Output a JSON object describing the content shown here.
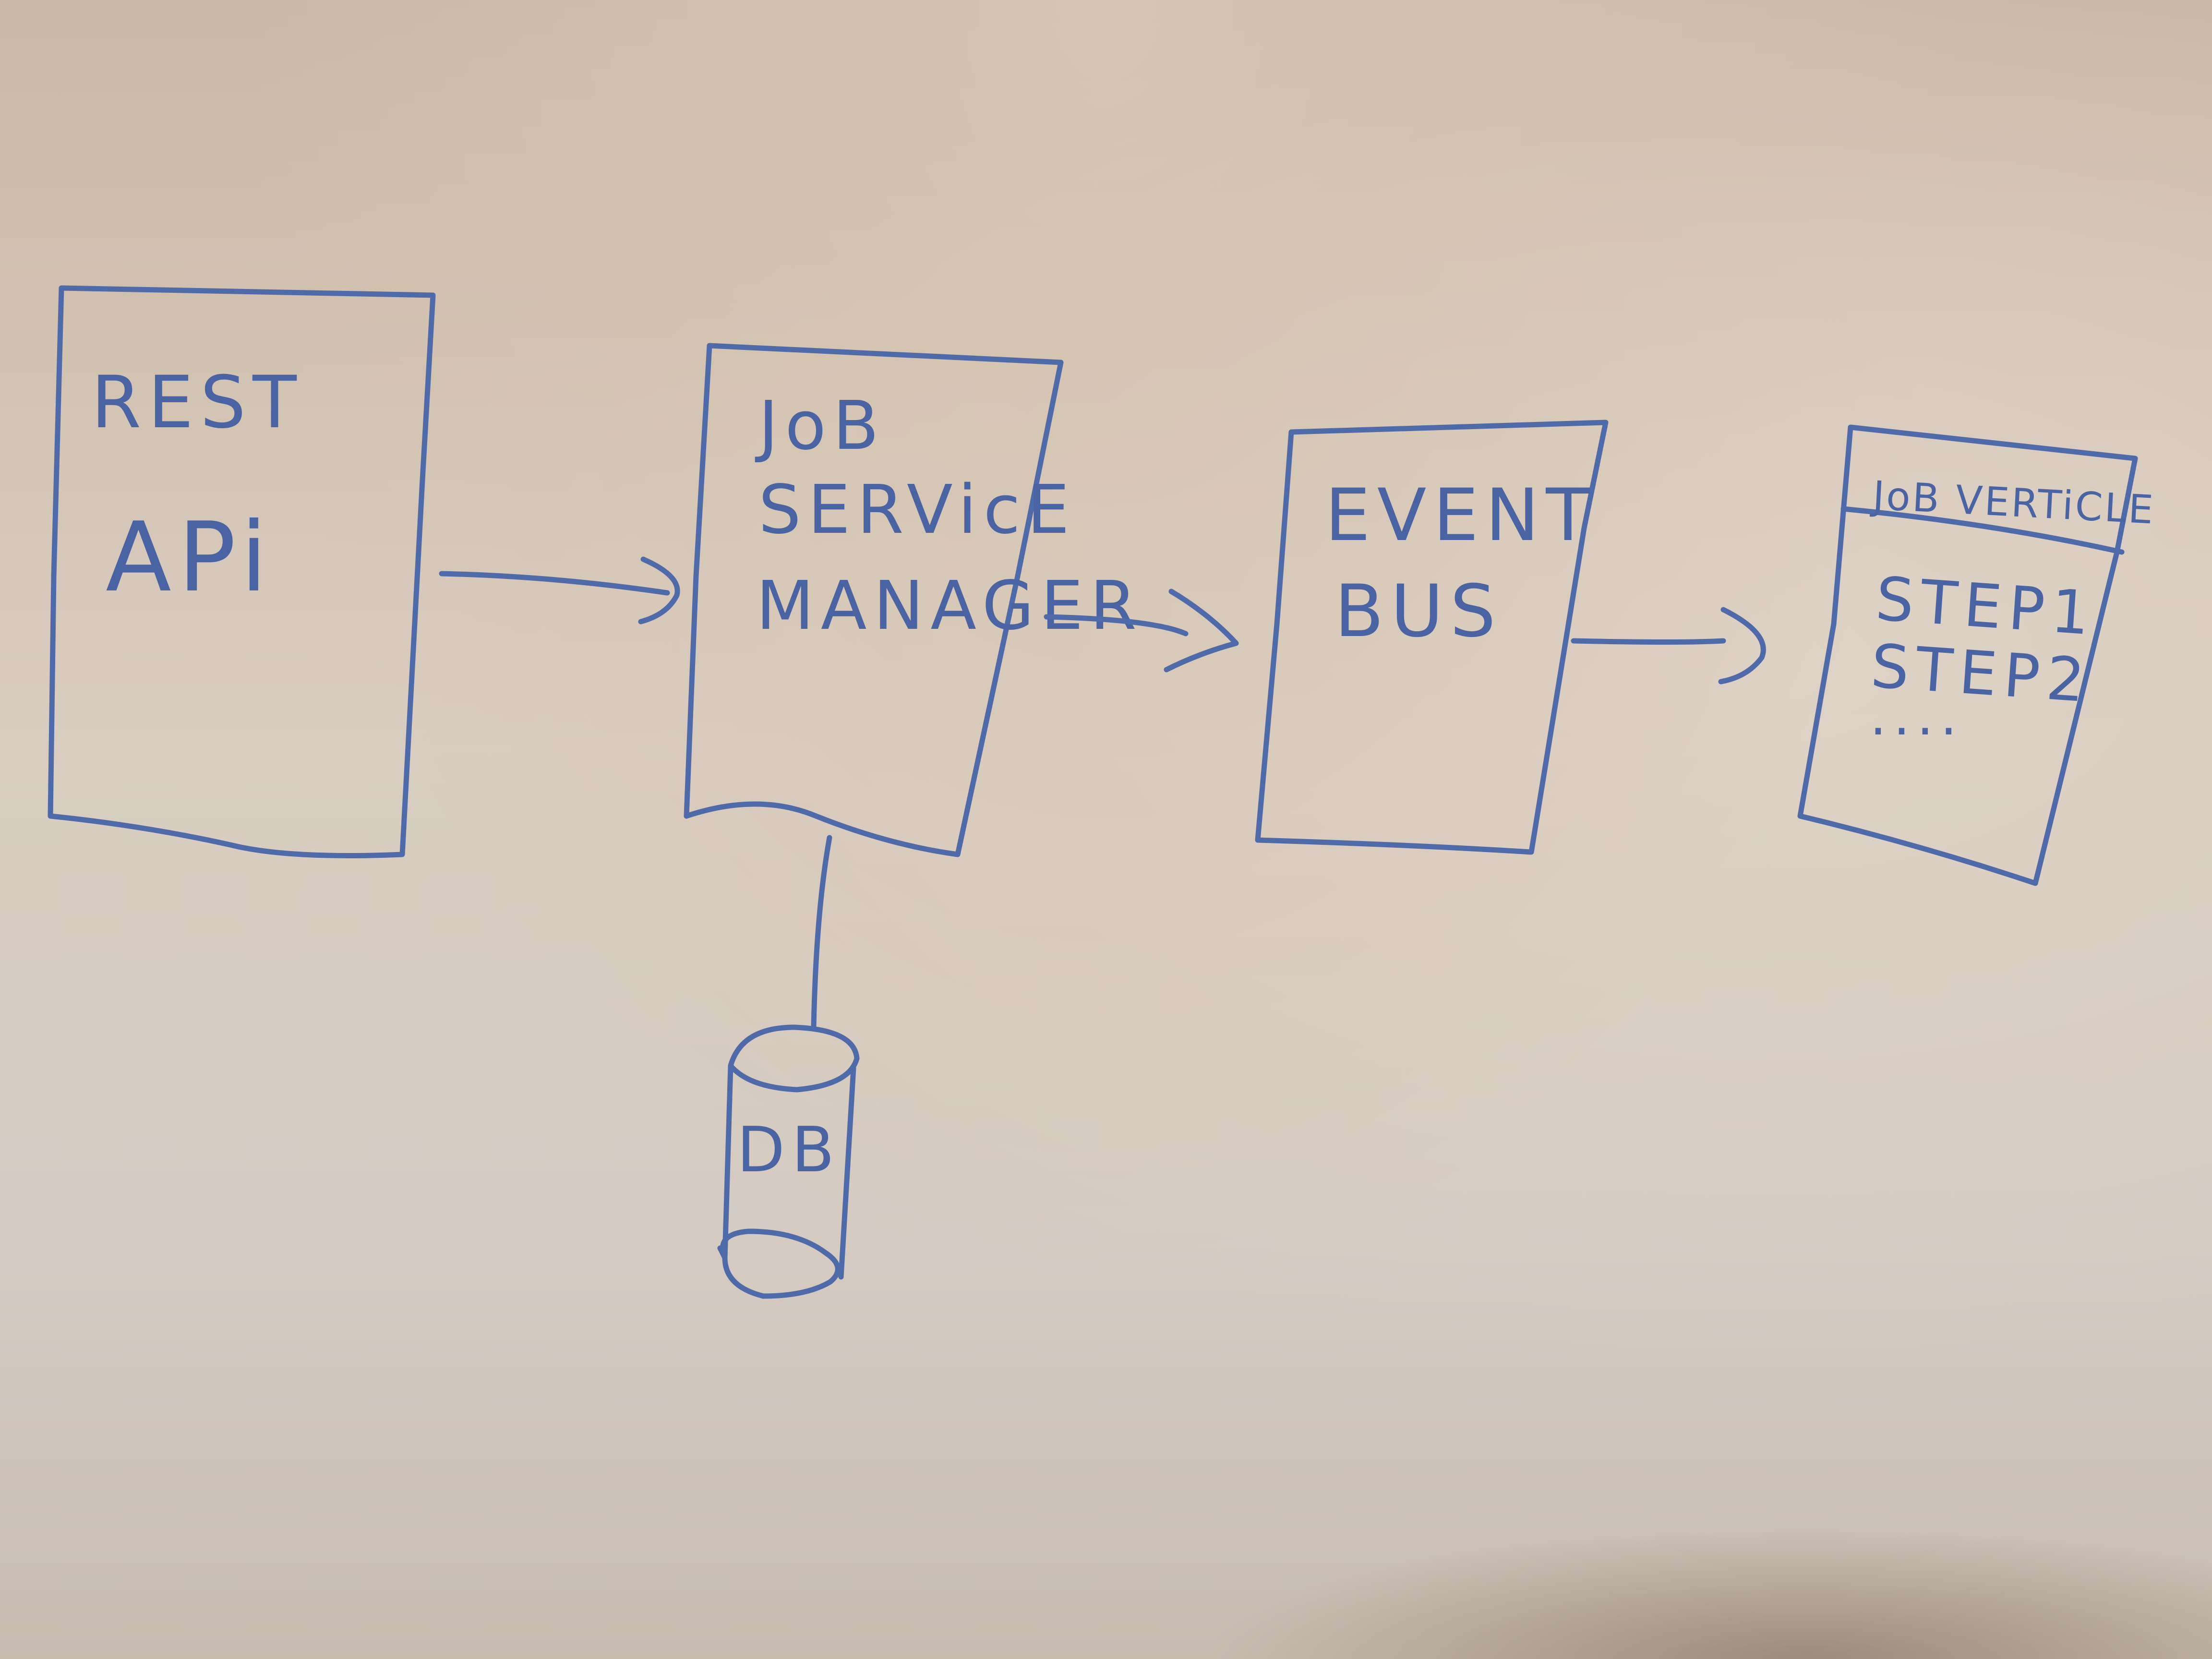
{
  "nodes": {
    "rest_api": {
      "line1": "REST",
      "line2": "APi"
    },
    "job_service_manager": {
      "line1": "JoB",
      "line2": "SERVicE",
      "line3": "MANAGER"
    },
    "event_bus": {
      "line1": "EVENT",
      "line2": "BUS"
    },
    "job_verticle": {
      "header": "JoB VERTiCLE",
      "step1": "STEP1",
      "step2": "STEP2",
      "more": "...."
    },
    "db": {
      "label": "DB"
    }
  },
  "colors": {
    "ink": "#4f6aa8",
    "board": "#d6cabd"
  }
}
